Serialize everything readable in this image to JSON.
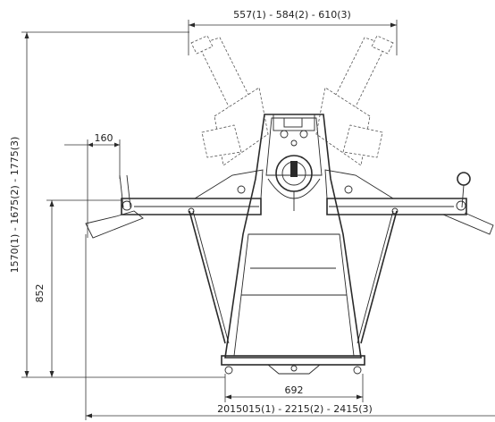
{
  "dimensions": {
    "top_width": "557(1) - 584(2) - 610(3)",
    "total_height": "1570(1) - 1675(2) - 1775(3)",
    "arm_offset": "160",
    "table_height": "852",
    "base_width": "692",
    "total_width": "2015015(1) - 2215(2) - 2415(3)"
  }
}
